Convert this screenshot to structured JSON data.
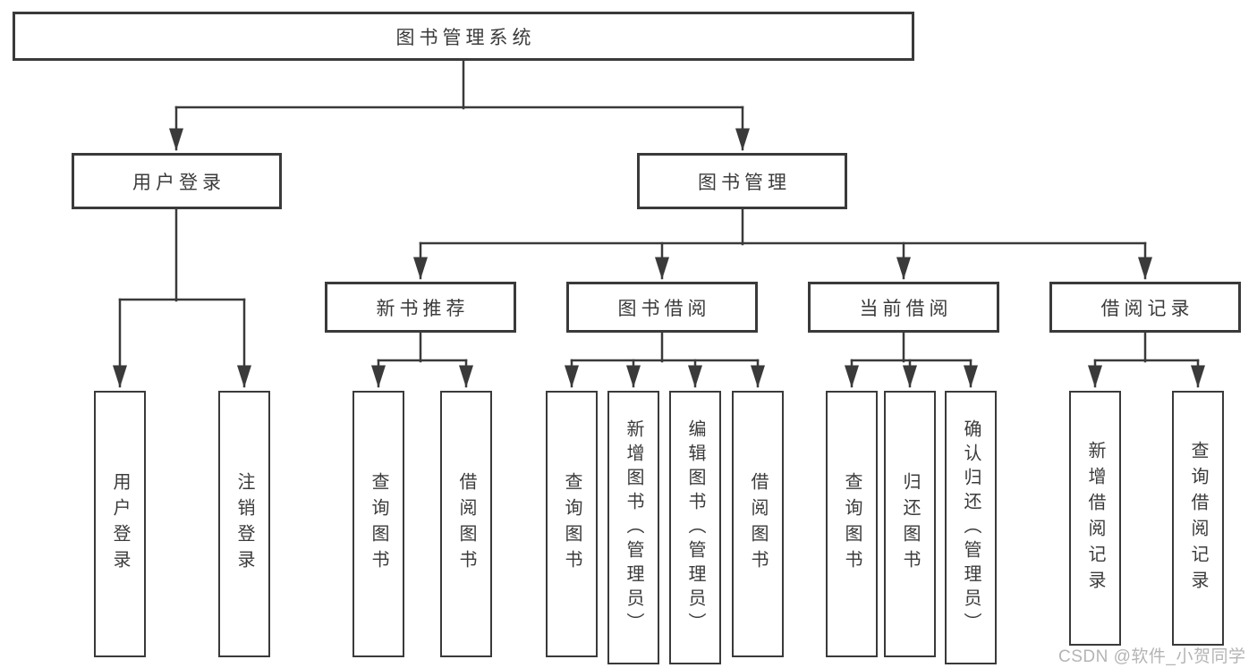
{
  "diagram_title": "图书管理系统",
  "tree": {
    "root": {
      "label": "图书管理系统",
      "children": [
        {
          "label": "用户登录",
          "children": [
            {
              "label": "用户登录"
            },
            {
              "label": "注销登录"
            }
          ]
        },
        {
          "label": "图书管理",
          "children": [
            {
              "label": "新书推荐",
              "children": [
                {
                  "label": "查询图书"
                },
                {
                  "label": "借阅图书"
                }
              ]
            },
            {
              "label": "图书借阅",
              "children": [
                {
                  "label": "查询图书"
                },
                {
                  "label": "新增图书（管理员）"
                },
                {
                  "label": "编辑图书（管理员）"
                },
                {
                  "label": "借阅图书"
                }
              ]
            },
            {
              "label": "当前借阅",
              "children": [
                {
                  "label": "查询图书"
                },
                {
                  "label": "归还图书"
                },
                {
                  "label": "确认归还（管理员）"
                }
              ]
            },
            {
              "label": "借阅记录",
              "children": [
                {
                  "label": "新增借阅记录"
                },
                {
                  "label": "查询借阅记录"
                }
              ]
            }
          ]
        }
      ]
    }
  },
  "watermark": {
    "text": "CSDN @软件_小贺同学"
  },
  "colors": {
    "line": "#3a3a3a",
    "text": "#3b3b3b",
    "box_background": "#ffffff",
    "watermark": "#b4b4b4"
  }
}
